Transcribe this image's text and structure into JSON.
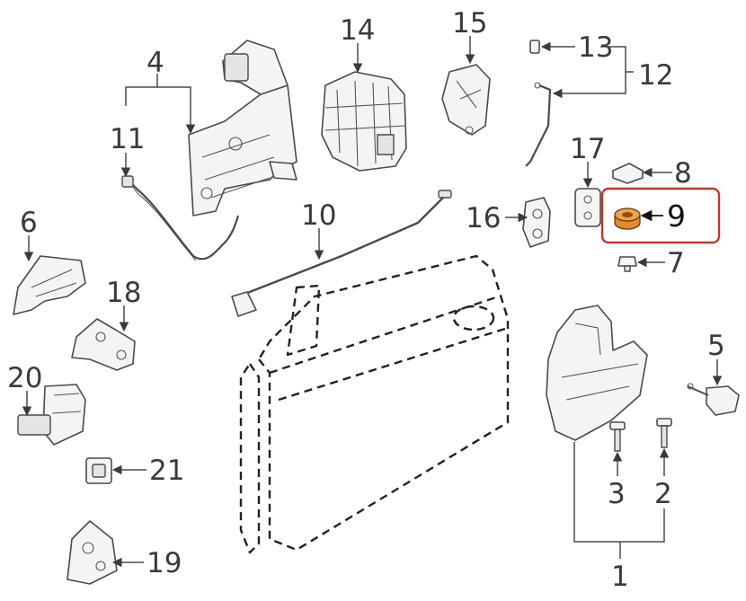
{
  "labels": {
    "p1": "1",
    "p2": "2",
    "p3": "3",
    "p4": "4",
    "p5": "5",
    "p6": "6",
    "p7": "7",
    "p8": "8",
    "p9": "9",
    "p10": "10",
    "p11": "11",
    "p12": "12",
    "p13": "13",
    "p14": "14",
    "p15": "15",
    "p16": "16",
    "p17": "17",
    "p18": "18",
    "p19": "19",
    "p20": "20",
    "p21": "21"
  },
  "highlight": {
    "part": "9",
    "frame_color": "#c0392b",
    "part_color": "#e8892a"
  },
  "colors": {
    "line": "#4a4a4a",
    "fill": "#f4f4f4",
    "background": "#ffffff"
  }
}
